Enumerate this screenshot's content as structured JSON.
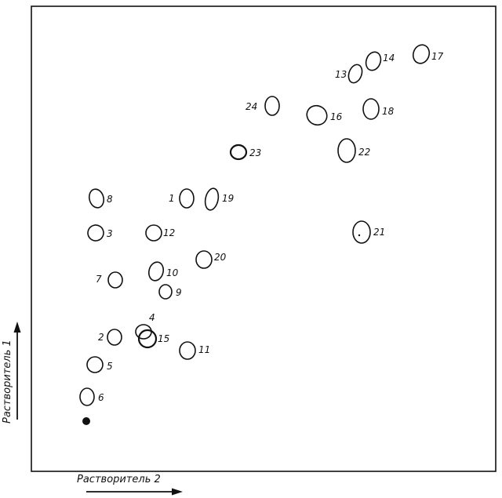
{
  "axes": {
    "x_label": "Растворитель 2",
    "y_label": "Растворитель 1"
  },
  "spots": [
    {
      "id": "1",
      "label": "1"
    },
    {
      "id": "2",
      "label": "2"
    },
    {
      "id": "3",
      "label": "3"
    },
    {
      "id": "4",
      "label": "4"
    },
    {
      "id": "5",
      "label": "5"
    },
    {
      "id": "6",
      "label": "6"
    },
    {
      "id": "7",
      "label": "7"
    },
    {
      "id": "8",
      "label": "8"
    },
    {
      "id": "9",
      "label": "9"
    },
    {
      "id": "10",
      "label": "10"
    },
    {
      "id": "11",
      "label": "11"
    },
    {
      "id": "12",
      "label": "12"
    },
    {
      "id": "13",
      "label": "13"
    },
    {
      "id": "14",
      "label": "14"
    },
    {
      "id": "15",
      "label": "15"
    },
    {
      "id": "16",
      "label": "16"
    },
    {
      "id": "17",
      "label": "17"
    },
    {
      "id": "18",
      "label": "18"
    },
    {
      "id": "19",
      "label": "19"
    },
    {
      "id": "20",
      "label": "20"
    },
    {
      "id": "21",
      "label": "21"
    },
    {
      "id": "22",
      "label": "22"
    },
    {
      "id": "23",
      "label": "23"
    },
    {
      "id": "24",
      "label": "24"
    }
  ]
}
